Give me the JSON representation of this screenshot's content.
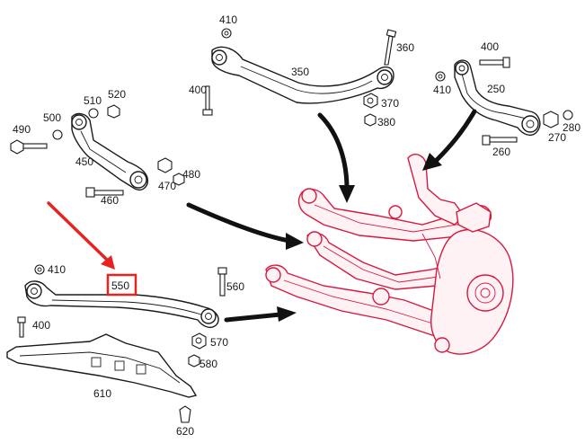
{
  "diagram": {
    "callouts": {
      "c410a": "410",
      "c360": "360",
      "c350": "350",
      "c400a": "400",
      "c370": "370",
      "c380": "380",
      "c400b": "400",
      "c410b": "410",
      "c250": "250",
      "c270": "270",
      "c280": "280",
      "c260": "260",
      "c510": "510",
      "c520": "520",
      "c490": "490",
      "c500": "500",
      "c450": "450",
      "c470": "470",
      "c480": "480",
      "c460": "460",
      "c410c": "410",
      "c550": "550",
      "c560": "560",
      "c400c": "400",
      "c570": "570",
      "c580": "580",
      "c610": "610",
      "c620": "620"
    },
    "highlight_callout": "c550",
    "colors": {
      "assembly_highlight": "#d7193f",
      "pointer_arrow": "#e52420",
      "callout_box": "#e52420",
      "line_art": "#1a1a1a"
    }
  }
}
